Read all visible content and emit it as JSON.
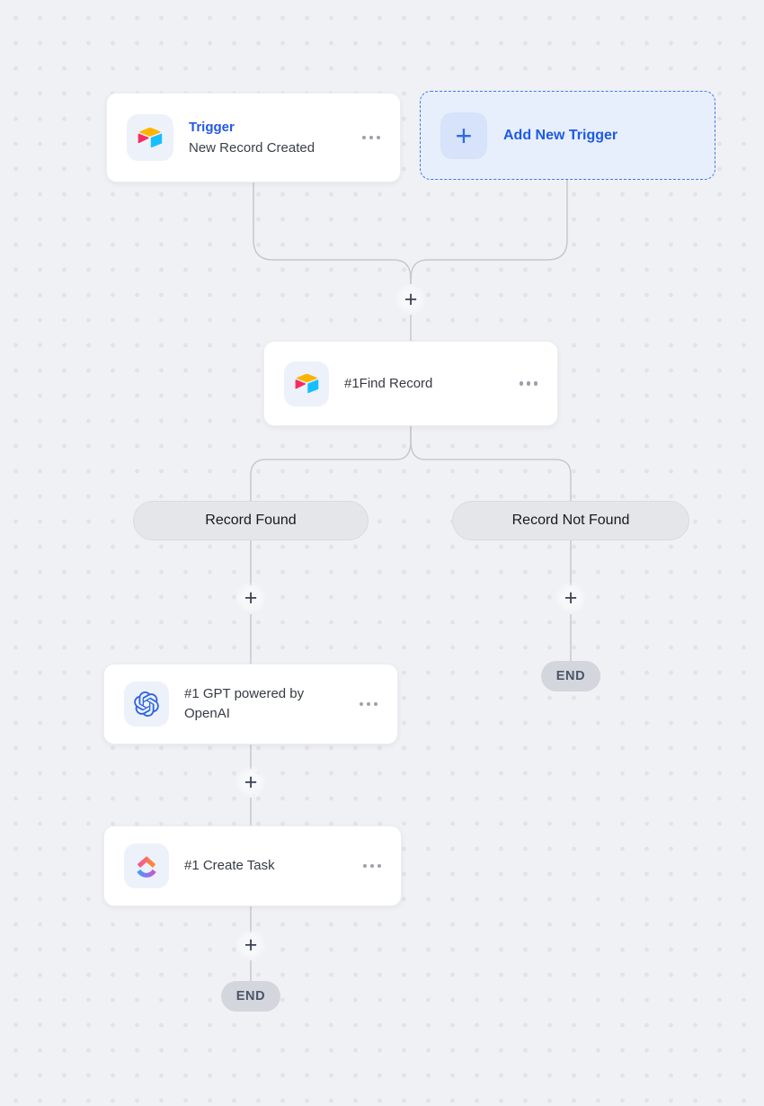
{
  "nodes": {
    "trigger": {
      "badge": "Trigger",
      "title": "New Record Created",
      "icon": "airtable",
      "menu_icon": "more-horizontal"
    },
    "add_trigger": {
      "label": "Add New Trigger",
      "plus_icon": "plus",
      "plus_symbol": "+"
    },
    "find_record": {
      "title": "#1Find Record",
      "icon": "airtable",
      "menu_icon": "more-horizontal"
    },
    "gpt": {
      "title": "#1 GPT powered by OpenAI",
      "icon": "openai",
      "menu_icon": "more-horizontal"
    },
    "create_task": {
      "title": "#1 Create Task",
      "icon": "clickup",
      "menu_icon": "more-horizontal"
    }
  },
  "branches": {
    "found_label": "Record Found",
    "not_found_label": "Record Not Found"
  },
  "terminals": {
    "right_end": "END",
    "bottom_end": "END"
  },
  "connectors": {
    "plus_symbol": "+"
  },
  "colors": {
    "canvas_bg": "#F0F1F5",
    "grid_dot": "#E2E3E8",
    "connector_line": "#C6C8D0",
    "accent_blue": "#2458E8",
    "add_card_bg": "#E8EFFC",
    "add_card_border": "#3F78E9",
    "card_bg": "#FFFFFF",
    "branch_pill_bg": "#E5E6EA",
    "end_pill_bg": "#D4D6DE",
    "airtable_yellow": "#FCB400",
    "airtable_pink": "#F82B60",
    "airtable_blue": "#18BFFF",
    "openai_blue": "#2D64E0"
  }
}
